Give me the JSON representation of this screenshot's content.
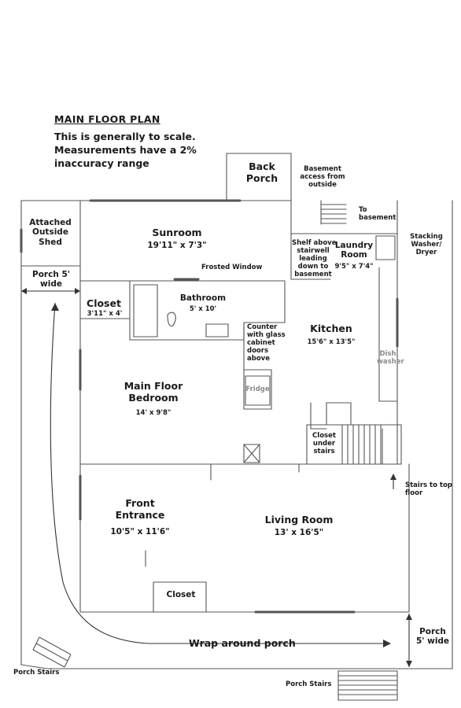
{
  "header": {
    "title": "MAIN FLOOR PLAN",
    "note_line1": "This is generally to scale.",
    "note_line2": "Measurements have a 2%",
    "note_line3": "inaccuracy range"
  },
  "rooms": {
    "back_porch": [
      "Back",
      "Porch"
    ],
    "basement_access": [
      "Basement",
      "access from",
      "outside"
    ],
    "to_basement": [
      "To",
      "basement"
    ],
    "attached_shed": [
      "Attached",
      "Outside",
      "Shed"
    ],
    "sunroom": {
      "name": "Sunroom",
      "dims": "19'11\" x 7'3\""
    },
    "shelf_above": [
      "Shelf above",
      "stairwell",
      "leading",
      "down to",
      "basement"
    ],
    "laundry": {
      "name": [
        "Laundry",
        "Room"
      ],
      "dims": "9'5\" x 7'4\""
    },
    "stacking": [
      "Stacking",
      "Washer/",
      "Dryer"
    ],
    "porch_side": [
      "Porch 5'",
      "wide"
    ],
    "frosted_window": "Frosted Window",
    "closet_small": {
      "name": "Closet",
      "dims": "3'11\" x 4'"
    },
    "bathroom": {
      "name": "Bathroom",
      "dims": "5' x 10'"
    },
    "counter": [
      "Counter",
      "with glass",
      "cabinet",
      "doors",
      "above"
    ],
    "kitchen": {
      "name": "Kitchen",
      "dims": "15'6\" x 13'5\""
    },
    "dishwasher": [
      "Dish",
      "washer"
    ],
    "fridge": "Fridge",
    "bedroom": {
      "name": [
        "Main Floor",
        "Bedroom"
      ],
      "dims": "14' x 9'8\""
    },
    "closet_under_stairs": [
      "Closet",
      "under",
      "stairs"
    ],
    "stairs_top": [
      "Stairs to top",
      "floor"
    ],
    "front_entrance": {
      "name": [
        "Front",
        "Entrance"
      ],
      "dims": "10'5\" x 11'6\""
    },
    "living_room": {
      "name": "Living Room",
      "dims": "13' x 16'5\""
    },
    "closet_front": "Closet",
    "wrap_porch": "Wrap around porch",
    "porch_front": [
      "Porch",
      "5' wide"
    ],
    "porch_stairs_left": "Porch Stairs",
    "porch_stairs_bottom": "Porch Stairs"
  }
}
